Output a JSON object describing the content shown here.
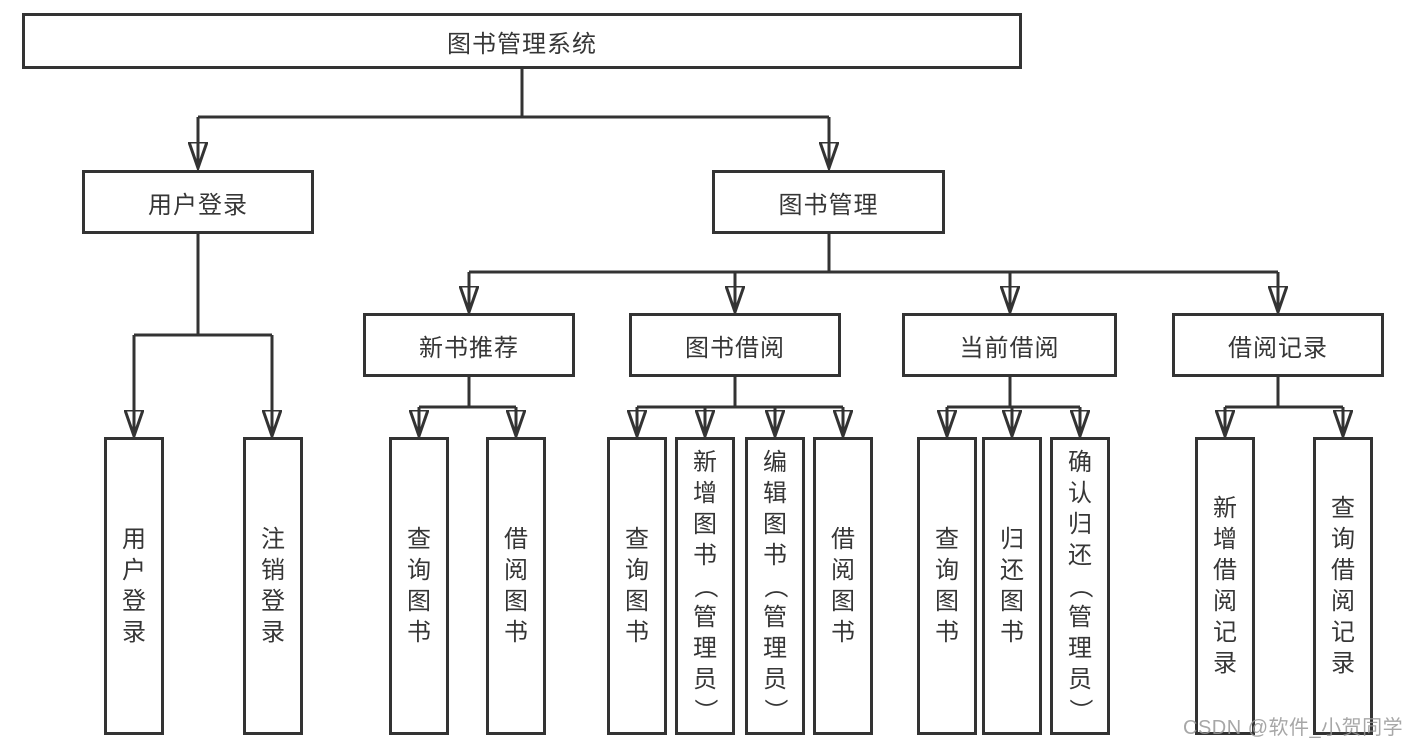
{
  "diagram": {
    "tree": {
      "label": "图书管理系统",
      "children": [
        {
          "label": "用户登录",
          "children": [
            {
              "label": "用户登录"
            },
            {
              "label": "注销登录"
            }
          ]
        },
        {
          "label": "图书管理",
          "children": [
            {
              "label": "新书推荐",
              "children": [
                {
                  "label": "查询图书"
                },
                {
                  "label": "借阅图书"
                }
              ]
            },
            {
              "label": "图书借阅",
              "children": [
                {
                  "label": "查询图书"
                },
                {
                  "label": "新增图书（管理员）"
                },
                {
                  "label": "编辑图书（管理员）"
                },
                {
                  "label": "借阅图书"
                }
              ]
            },
            {
              "label": "当前借阅",
              "children": [
                {
                  "label": "查询图书"
                },
                {
                  "label": "归还图书"
                },
                {
                  "label": "确认归还（管理员）"
                }
              ]
            },
            {
              "label": "借阅记录",
              "children": [
                {
                  "label": "新增借阅记录"
                },
                {
                  "label": "查询借阅记录"
                }
              ]
            }
          ]
        }
      ]
    },
    "colors": {
      "line": "#333333",
      "box_border": "#333333",
      "box_fill": "#ffffff",
      "text": "#363636"
    }
  },
  "watermark": {
    "text": "CSDN @软件_小贺同学",
    "color": "#989898"
  }
}
